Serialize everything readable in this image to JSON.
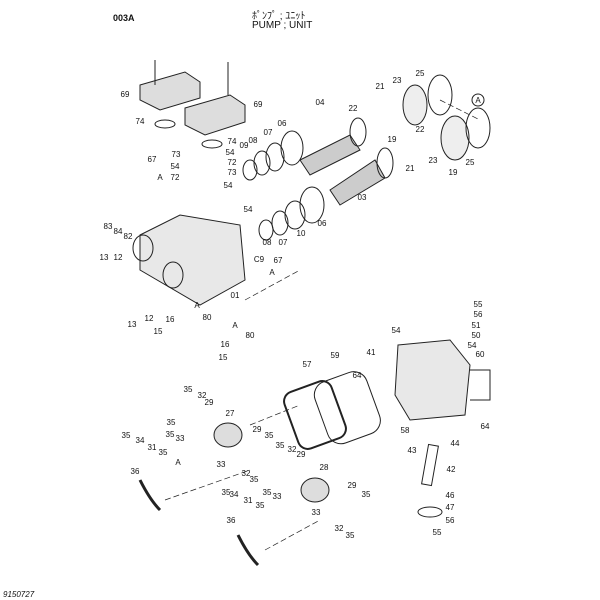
{
  "header": {
    "code": "003A",
    "title_jp": "ﾎﾟﾝﾌﾟ ; ﾕﾆｯﾄ",
    "title_en": "PUMP ; UNIT"
  },
  "footer": {
    "drawing_number": "9150727"
  },
  "callouts": [
    "69",
    "69",
    "74",
    "74",
    "04",
    "22",
    "21",
    "23",
    "25",
    "A",
    "22",
    "19",
    "21",
    "23",
    "25",
    "19",
    "06",
    "07",
    "08",
    "09",
    "73",
    "54",
    "54",
    "72",
    "72",
    "73",
    "67",
    "A",
    "54",
    "03",
    "83",
    "84",
    "82",
    "54",
    "06",
    "10",
    "07",
    "08",
    "C9",
    "67",
    "A",
    "13",
    "12",
    "01",
    "13",
    "12",
    "16",
    "15",
    "A",
    "80",
    "A",
    "80",
    "16",
    "15",
    "55",
    "56",
    "51",
    "54",
    "50",
    "54",
    "60",
    "41",
    "64",
    "57",
    "59",
    "58",
    "44",
    "43",
    "42",
    "46",
    "47",
    "56",
    "55",
    "64",
    "35",
    "32",
    "29",
    "27",
    "35",
    "35",
    "33",
    "35",
    "34",
    "31",
    "35",
    "36",
    "A",
    "29",
    "35",
    "33",
    "32",
    "35",
    "35",
    "32",
    "29",
    "28",
    "35",
    "33",
    "29",
    "35",
    "33",
    "32",
    "35",
    "35",
    "34",
    "31",
    "35",
    "36"
  ]
}
